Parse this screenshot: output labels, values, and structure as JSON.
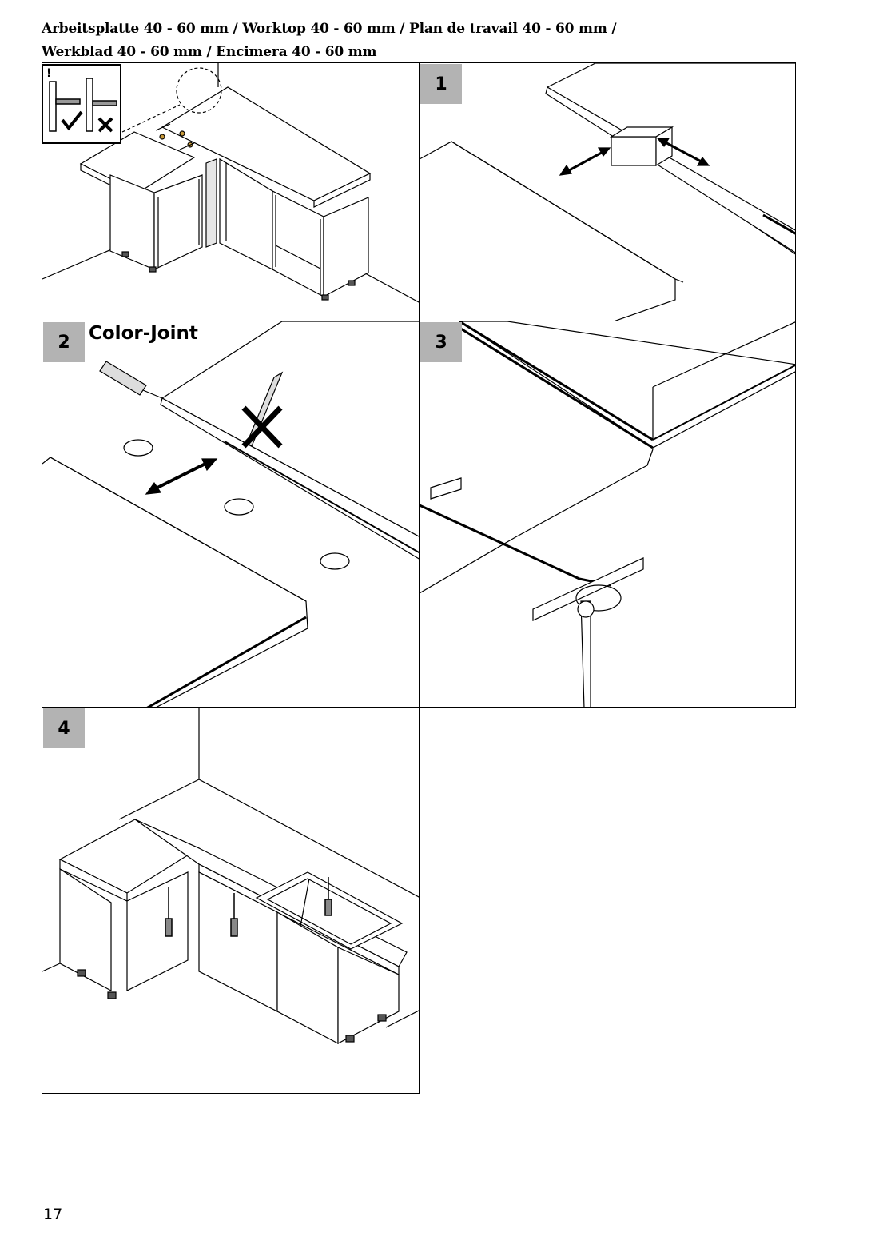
{
  "header": {
    "line1": "Arbeitsplatte 40 - 60 mm / Worktop 40 - 60 mm / Plan de travail 40 - 60 mm /",
    "line2": "Werkblad 40 - 60 mm / Encimera 40 - 60 mm"
  },
  "steps": [
    {
      "number": "1",
      "caption": ""
    },
    {
      "number": "2",
      "caption": "Color-Joint"
    },
    {
      "number": "3",
      "caption": ""
    },
    {
      "number": "4",
      "caption": ""
    }
  ],
  "inset": {
    "exclamation": "!",
    "ok_icon": "check-icon",
    "not_ok_icon": "cross-icon"
  },
  "footer": {
    "page_number": "17"
  }
}
